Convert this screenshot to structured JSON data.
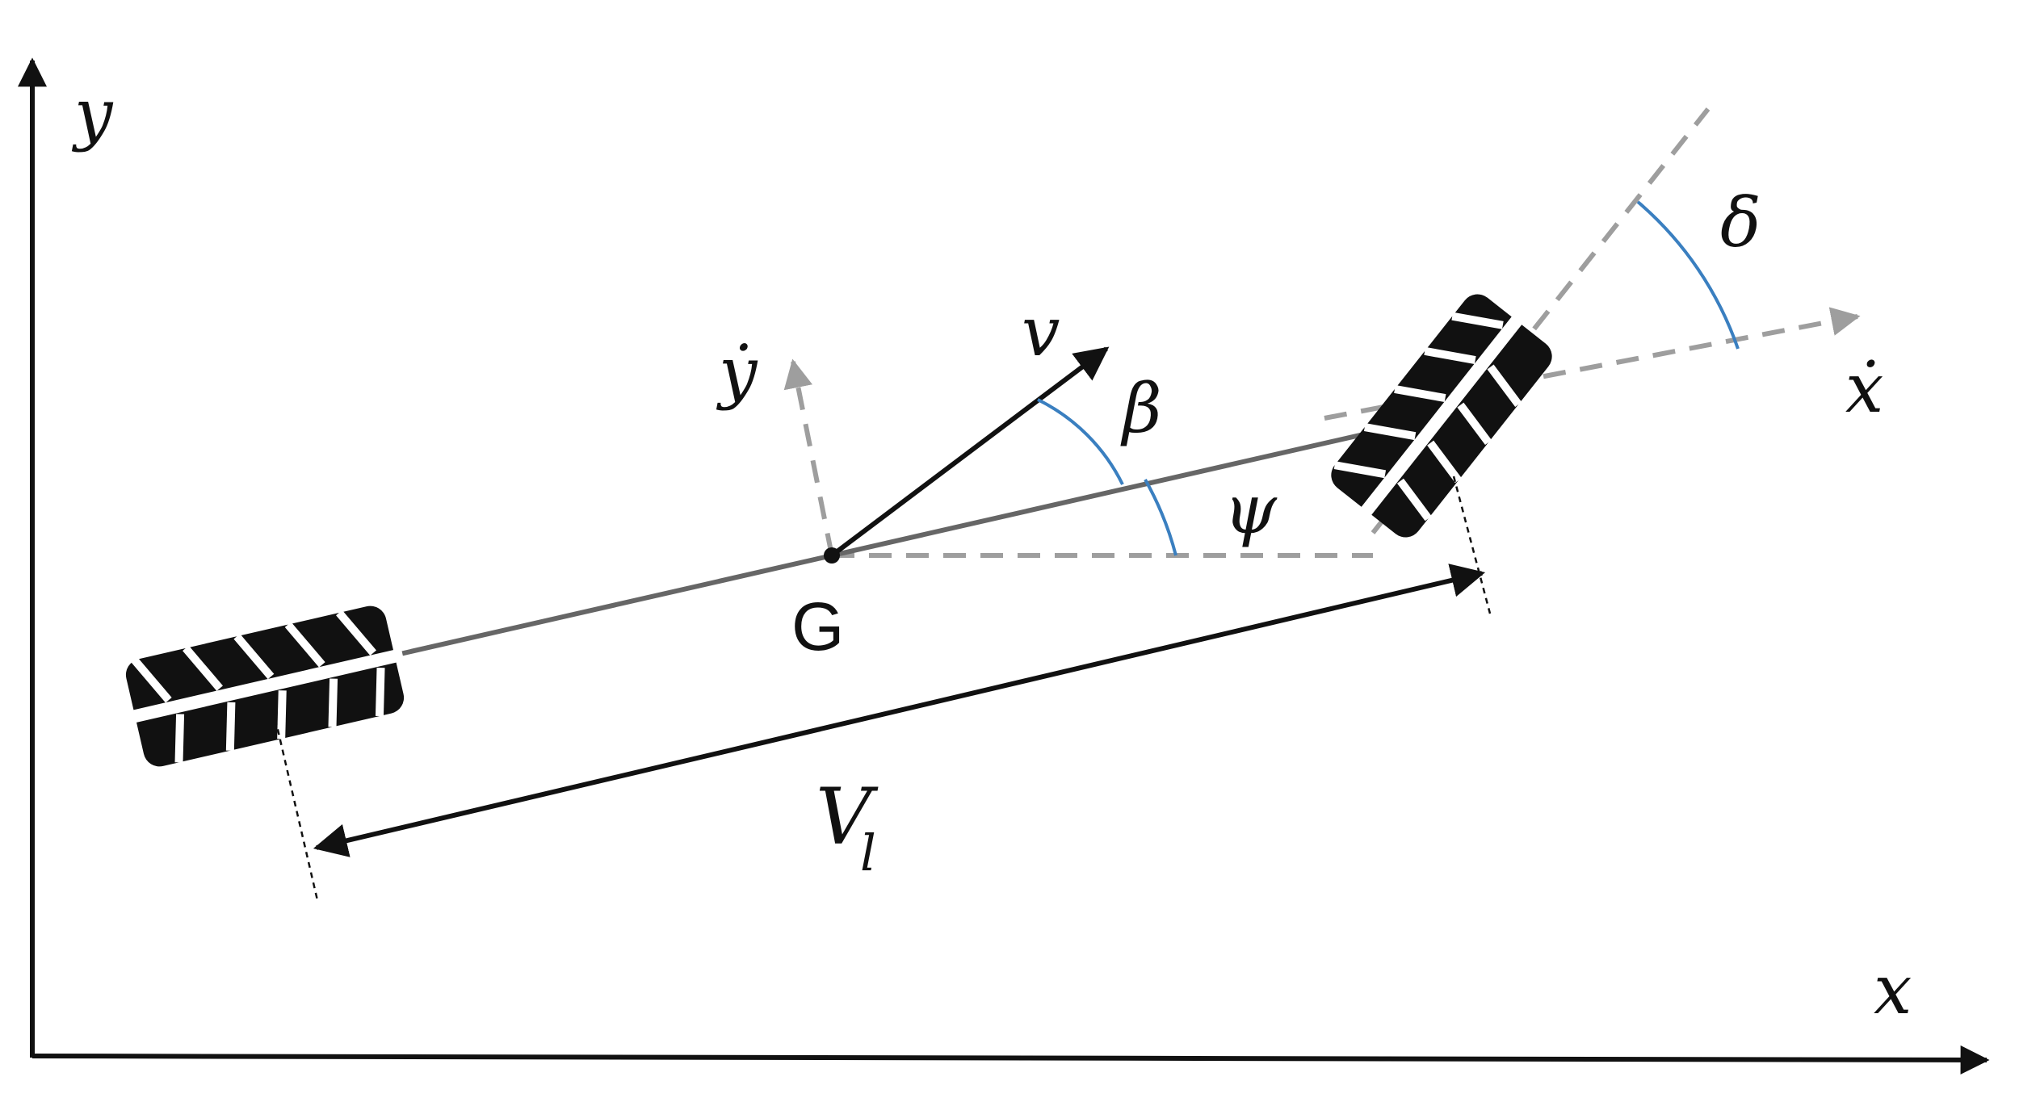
{
  "labels": {
    "axis_y": "y",
    "axis_x": "x",
    "body_y": "ẏ",
    "body_x": "ẋ",
    "velocity": "v",
    "slip_angle": "β",
    "yaw_angle": "ψ",
    "steer_angle": "δ",
    "center_of_gravity": "G",
    "length_main": "V",
    "length_sub": "l"
  },
  "colors": {
    "ink": "#111111",
    "chassis": "#666666",
    "dashed": "#9e9e9e",
    "angle_arc": "#3a7fc0"
  },
  "icons": {
    "rear_wheel": "tire-icon",
    "front_wheel": "tire-icon"
  }
}
